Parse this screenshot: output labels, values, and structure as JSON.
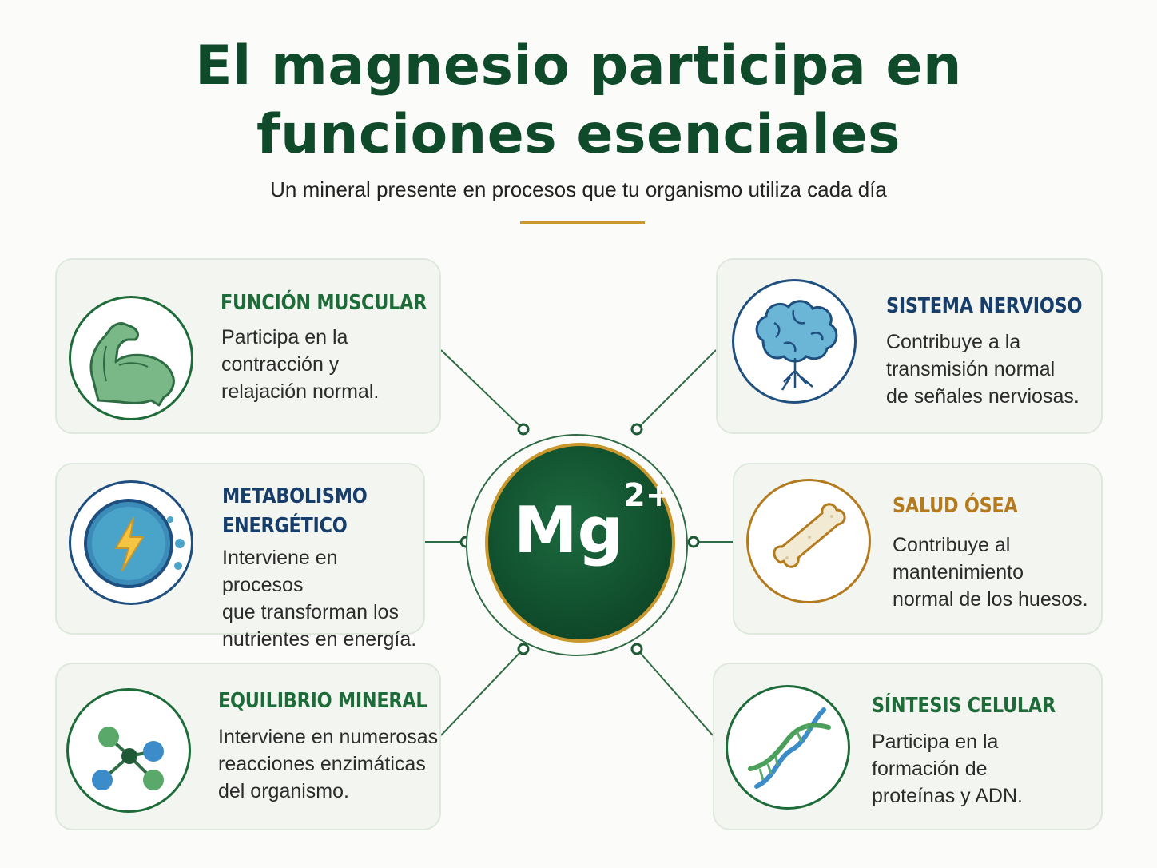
{
  "header": {
    "title_line1": "El magnesio participa en",
    "title_line2": "funciones esenciales",
    "subtitle": "Un mineral presente en procesos que tu organismo utiliza cada día"
  },
  "hub": {
    "symbol": "Mg",
    "charge": "2+"
  },
  "colors": {
    "dark_green": "#0f4a2a",
    "green": "#1e6b3a",
    "blue": "#173d6b",
    "gold": "#b47a1e",
    "accent_line": "#c9972b"
  },
  "cards": [
    {
      "id": "muscular",
      "title": "FUNCIÓN MUSCULAR",
      "text": "Participa en la\ncontracción y\nrelajación normal.",
      "icon": "flexed-arm-icon",
      "title_color": "#1e6b3a"
    },
    {
      "id": "nervioso",
      "title": "SISTEMA NERVIOSO",
      "text": "Contribuye a la\ntransmisión normal\nde señales nerviosas.",
      "icon": "brain-icon",
      "title_color": "#173d6b"
    },
    {
      "id": "metabolismo",
      "title_line1": "METABOLISMO",
      "title_line2": "ENERGÉTICO",
      "text": "Interviene en procesos\nque transforman los\nnutrientes en energía.",
      "icon": "energy-bolt-icon",
      "title_color": "#173d6b"
    },
    {
      "id": "osea",
      "title": "SALUD ÓSEA",
      "text": "Contribuye al\nmantenimiento\nnormal de los huesos.",
      "icon": "bone-icon",
      "title_color": "#b47a1e"
    },
    {
      "id": "mineral",
      "title": "EQUILIBRIO MINERAL",
      "text": "Interviene en numerosas\nreacciones enzimáticas\ndel organismo.",
      "icon": "molecule-icon",
      "title_color": "#1e6b3a"
    },
    {
      "id": "celular",
      "title": "SÍNTESIS CELULAR",
      "text": "Participa en la\nformación de\nproteínas y ADN.",
      "icon": "dna-icon",
      "title_color": "#1e6b3a"
    }
  ]
}
